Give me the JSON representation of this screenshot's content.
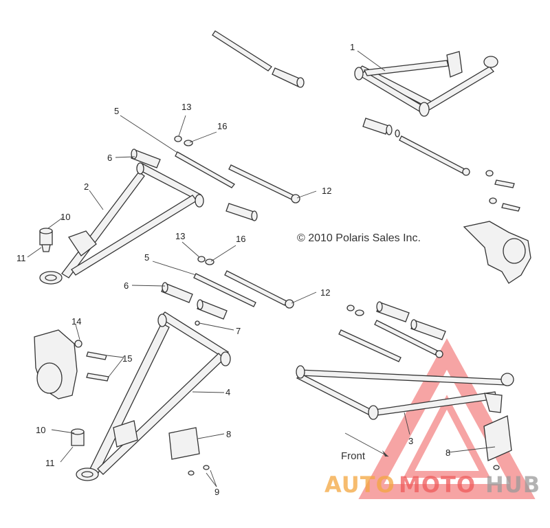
{
  "diagram": {
    "copyright": "© 2010 Polaris Sales Inc.",
    "front_label": "Front",
    "callouts": {
      "c1": "1",
      "c2": "2",
      "c3": "3",
      "c4": "4",
      "c5a": "5",
      "c5b": "5",
      "c6a": "6",
      "c6b": "6",
      "c7": "7",
      "c8a": "8",
      "c8b": "8",
      "c9": "9",
      "c10a": "10",
      "c10b": "10",
      "c11a": "11",
      "c11b": "11",
      "c12a": "12",
      "c12b": "12",
      "c13a": "13",
      "c13b": "13",
      "c14": "14",
      "c15": "15",
      "c16a": "16",
      "c16b": "16"
    }
  },
  "watermark": {
    "text_part1": "AUTO",
    "text_part2": "MOTO",
    "text_part3": "HUB",
    "color_orange": "#f4a640",
    "color_red": "#ef5a5a",
    "color_gray": "#9a9a9a"
  }
}
